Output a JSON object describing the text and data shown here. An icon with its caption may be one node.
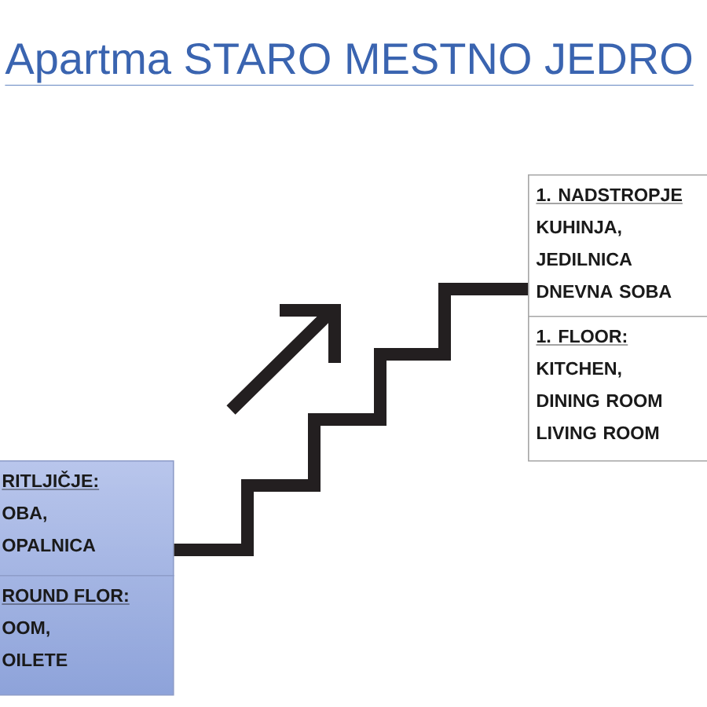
{
  "diagram": {
    "title": "Apartma STARO MESTNO JEDRO",
    "nodes": [
      {
        "text": [
          "RITLJIČJE:",
          "OBA, OPALNICA"
        ]
      },
      {
        "text": [
          "ROUND FLOR:",
          "OOM, OILETE"
        ]
      },
      {
        "text": [
          "1. NADSTROPJE",
          "KUHINJA, JEDILNICA DNEVNA SOBA"
        ]
      },
      {
        "text": [
          "1. FLOOR:",
          "KITCHEN, DINING ROOM LIVING ROOM"
        ]
      }
    ],
    "edges": [
      {
        "from": 0,
        "to": 2,
        "arrow": "none"
      }
    ]
  }
}
